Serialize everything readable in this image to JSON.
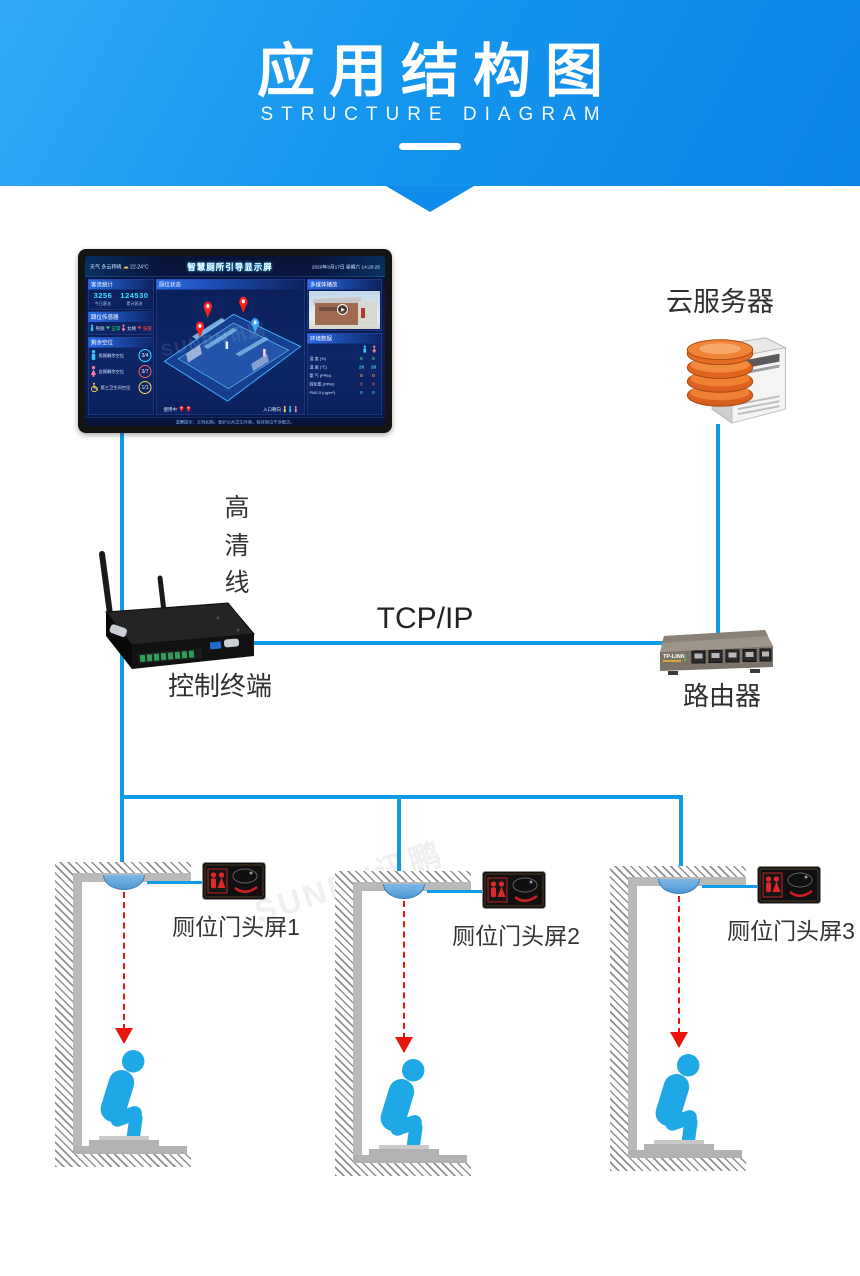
{
  "header": {
    "title": "应用结构图",
    "subtitle": "STRUCTURE DIAGRAM"
  },
  "monitor": {
    "title": "智慧厕所引导显示屏",
    "weather_label": "天气",
    "weather_value": "多云转晴",
    "temp_range": "22-24°C",
    "date": "2020年3月17日",
    "weekday": "星期六",
    "time": "14:20:25",
    "watermark": "SUNPN讯鹏",
    "ticker": "温馨提示：文明如厕，爱护公共卫生环境，保持厕位干净整洁。",
    "panels": {
      "flow": {
        "title": "客流统计",
        "today_value": "3256",
        "today_label": "今日客流",
        "total_value": "124530",
        "total_label": "累计客流"
      },
      "sensor": {
        "title": "蹲位传感器",
        "male_label": "男厕",
        "male_status": "正常",
        "female_label": "女厕",
        "female_status": "报警"
      },
      "vacancy": {
        "title": "剩余空位",
        "rows": [
          {
            "label": "男厕剩余空位",
            "value": "3/4"
          },
          {
            "label": "女厕剩余空位",
            "value": "3/7"
          },
          {
            "label": "第三卫生间空位",
            "value": "1/1"
          }
        ]
      },
      "map": {
        "title": "厕位状态",
        "legend_left": "使用中",
        "legend_right": "入口朝向"
      },
      "media": {
        "title": "多媒体播放"
      },
      "env": {
        "title": "环境数据",
        "rows": [
          {
            "label": "湿 度 (%)",
            "male": "0",
            "female": "0",
            "color": "#3ddc84"
          },
          {
            "label": "温 度 (℃)",
            "male": "26",
            "female": "26",
            "color": "#4fc3f7"
          },
          {
            "label": "氨 气 (PPM)",
            "male": "0",
            "female": "0",
            "color": "#ff9f43"
          },
          {
            "label": "硫化氢 (PPM)",
            "male": "0",
            "female": "0",
            "color": "#ff5252"
          },
          {
            "label": "PM2.5 (ug/m³)",
            "male": "0",
            "female": "0",
            "color": "#40c4ff"
          }
        ]
      }
    }
  },
  "labels": {
    "cloud_server": "云服务器",
    "hd_cable": "高清线",
    "control_terminal": "控制终端",
    "tcp_ip": "TCP/IP",
    "router": "路由器"
  },
  "router_brand": "TP-LINK",
  "stalls": [
    {
      "label": "厕位门头屏1"
    },
    {
      "label": "厕位门头屏2"
    },
    {
      "label": "厕位门头屏3"
    }
  ],
  "colors": {
    "banner_gradient_start": "#31a9f3",
    "banner_gradient_end": "#0c84e8",
    "cable_blue": "#0f9be8",
    "beam_red": "#e8150d",
    "person_blue": "#1fa8e6"
  }
}
